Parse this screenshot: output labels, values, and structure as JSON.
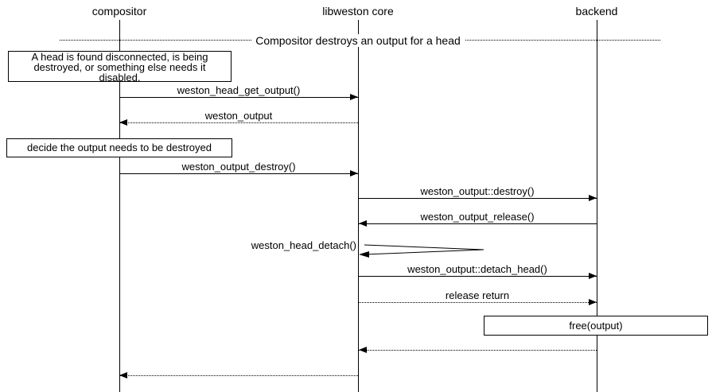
{
  "title": "Compositor destroys an output for a head",
  "actors": [
    {
      "label": "compositor"
    },
    {
      "label": "libweston core"
    },
    {
      "label": "backend"
    }
  ],
  "notes": {
    "disconnect_note": {
      "lines": [
        "A head is found disconnected, is being",
        "destroyed, or something else needs it",
        "disabled."
      ]
    },
    "decide_note": "decide the output needs to be destroyed",
    "free_note": "free(output)"
  },
  "messages": {
    "head_get_output": "weston_head_get_output()",
    "weston_output_return": "weston_output",
    "output_destroy": "weston_output_destroy()",
    "output_destroy_vfunc": "weston_output::destroy()",
    "output_release": "weston_output_release()",
    "head_detach": "weston_head_detach()",
    "output_detach_head": "weston_output::detach_head()",
    "release_return": "release return"
  }
}
